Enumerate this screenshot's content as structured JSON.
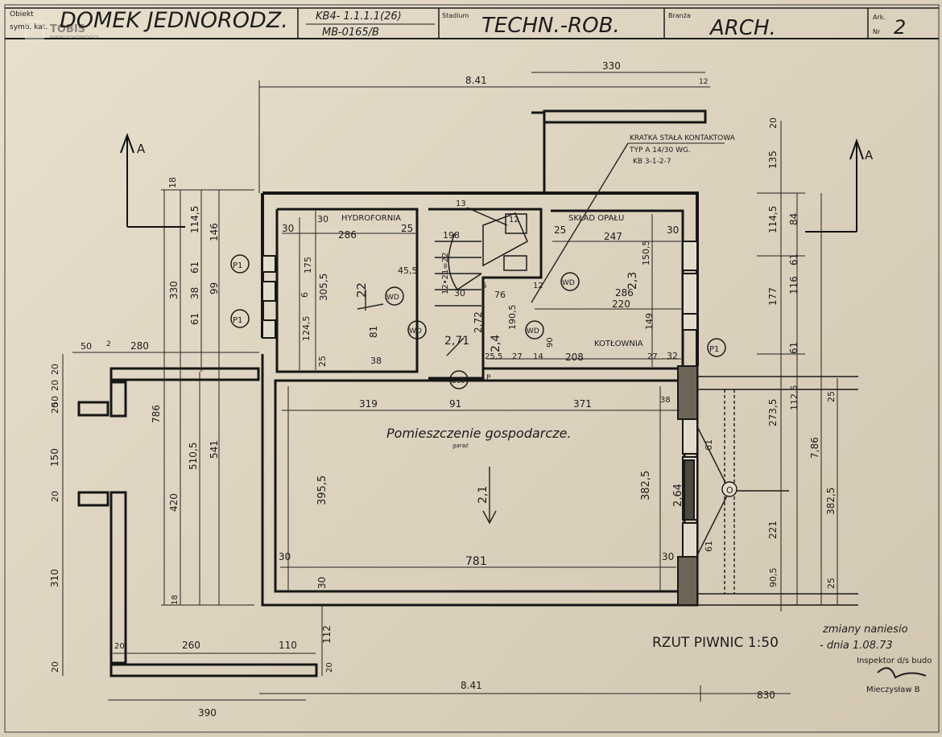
{
  "header": {
    "obiekt_label": "Obiekt",
    "symbol_label": "symb. kat.",
    "object_name": "DOMEK JEDNORODZ.",
    "code_top": "KB4- 1.1.1.1(26)",
    "code_bottom": "MB-0165/B",
    "stadium_label": "Stadium",
    "stadium_value": "TECHN.-ROB.",
    "branza_label": "Branża",
    "branza_value": "ARCH.",
    "ark_label": "Ark.",
    "nr_label": "Nr",
    "sheet_number": "2"
  },
  "watermark": {
    "line1": "TOBIS",
    "line2": "NIERUCHOMOŚCI"
  },
  "rooms": {
    "hydroforni": "HYDROFORNIA",
    "sklad": "SKŁAD OPAŁU",
    "kotlownia": "KOTŁOWNIA",
    "main": "Pomieszczenie gospodarcze.",
    "main_sub": "garaż"
  },
  "note_block": {
    "line1": "KRATKA STAŁA KONTAKTOWA",
    "line2": "TYP A 14/30 WG.",
    "line3": "KB 3-1-2-7"
  },
  "section_marks": {
    "left": "A",
    "right": "A"
  },
  "plan_title": "RZUT PIWNIC 1:50",
  "stamp": {
    "line1": "zmiany naniesio",
    "line2": "- dnia 1.08.73",
    "line3": "Inspektor d/s budo",
    "line4": "Mieczysław B"
  },
  "dims": {
    "top_330": "330",
    "top_841": "8.41",
    "top_12": "12",
    "bot_841": "8.41",
    "bot_830": "830",
    "bot_390": "390",
    "bot_260": "260",
    "bot_110": "110",
    "bot_20": "20",
    "left_50": "50",
    "left_2": "2",
    "left_280": "280",
    "v_18": "18",
    "v_1145": "114,5",
    "v_146": "146",
    "v_330": "330",
    "v_61a": "61",
    "v_38": "38",
    "v_99": "99",
    "v_61b": "61",
    "v_786": "786",
    "v_5105": "510,5",
    "v_541": "541",
    "v_420": "420",
    "v_18b": "18",
    "v_112": "112",
    "v_20c": "20",
    "far_20a": "20",
    "far_20b": "20",
    "far_50": "50",
    "far_20c": "20",
    "far_150": "150",
    "far_20d": "20",
    "far_310": "310",
    "far_20e": "20",
    "h_30a": "30",
    "h_286": "286",
    "h_25a": "25",
    "h_198": "198",
    "h_12": "12",
    "h_25b": "25",
    "h_247": "247",
    "h_30b": "30",
    "h_175": "175",
    "h_3055": "305,5",
    "h_6": "6",
    "h_1245": "124,5",
    "h_25c": "25",
    "h_22": "22",
    "h_455": "45,5",
    "h_81": "81",
    "h_38": "38",
    "h_30c": "30",
    "h_1221": "12•21=22",
    "h_13": "13",
    "h_30d": "30",
    "h_6b": "6",
    "h_76": "76",
    "h_12b": "12",
    "h_1905": "190,5",
    "h_286b": "286",
    "h_220": "220",
    "h_23": "2,3",
    "h_1505": "150,5",
    "h_149": "149",
    "h_272": "2,72",
    "h_24": "2,4",
    "h_271": "2,71",
    "h_208": "208",
    "h_27a": "27",
    "h_27b": "27",
    "h_32": "32",
    "h_14": "14",
    "h_255": "25,5",
    "h_90": "90",
    "m_319": "319",
    "m_91": "91",
    "m_371": "371",
    "m_38": "38",
    "m_3955": "395,5",
    "m_3825": "382,5",
    "m_21": "2,1",
    "m_30a": "30",
    "m_30b": "30",
    "m_30c": "30",
    "m_781": "781",
    "m_264": "2,64",
    "r_20": "20",
    "r_135": "135",
    "r_1145": "114,5",
    "r_84": "84",
    "r_61a": "61",
    "r_177": "177",
    "r_116": "116",
    "r_61b": "61",
    "r_2735": "273,5",
    "r_1125": "112,5",
    "r_786": "7,86",
    "r_3825": "382,5",
    "r_221": "221",
    "r_905": "90,5",
    "r_25a": "25",
    "r_25b": "25",
    "r_61c": "61",
    "r_61d": "61"
  },
  "symbols": {
    "p1a": "P1",
    "p1b": "P1",
    "p1c": "P1",
    "wd1": "WD",
    "wd2": "WD",
    "wd3": "WD",
    "wd4": "WD",
    "d10": "D10",
    "o": "O",
    "p": "P"
  }
}
